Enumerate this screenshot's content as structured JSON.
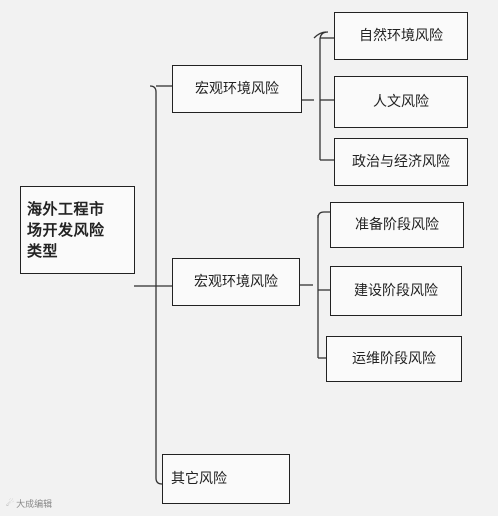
{
  "root": {
    "label": "海外工程市\n场开发风险\n类型"
  },
  "categories": [
    {
      "label": "宏观环境风险",
      "children": [
        "自然环境风险",
        "人文风险",
        "政治与经济风险"
      ]
    },
    {
      "label": "宏观环境风险",
      "children": [
        "准备阶段风险",
        "建设阶段风险",
        "运维阶段风险"
      ]
    },
    {
      "label": "其它风险",
      "children": []
    }
  ],
  "watermark": {
    "text": "大成编辑"
  }
}
